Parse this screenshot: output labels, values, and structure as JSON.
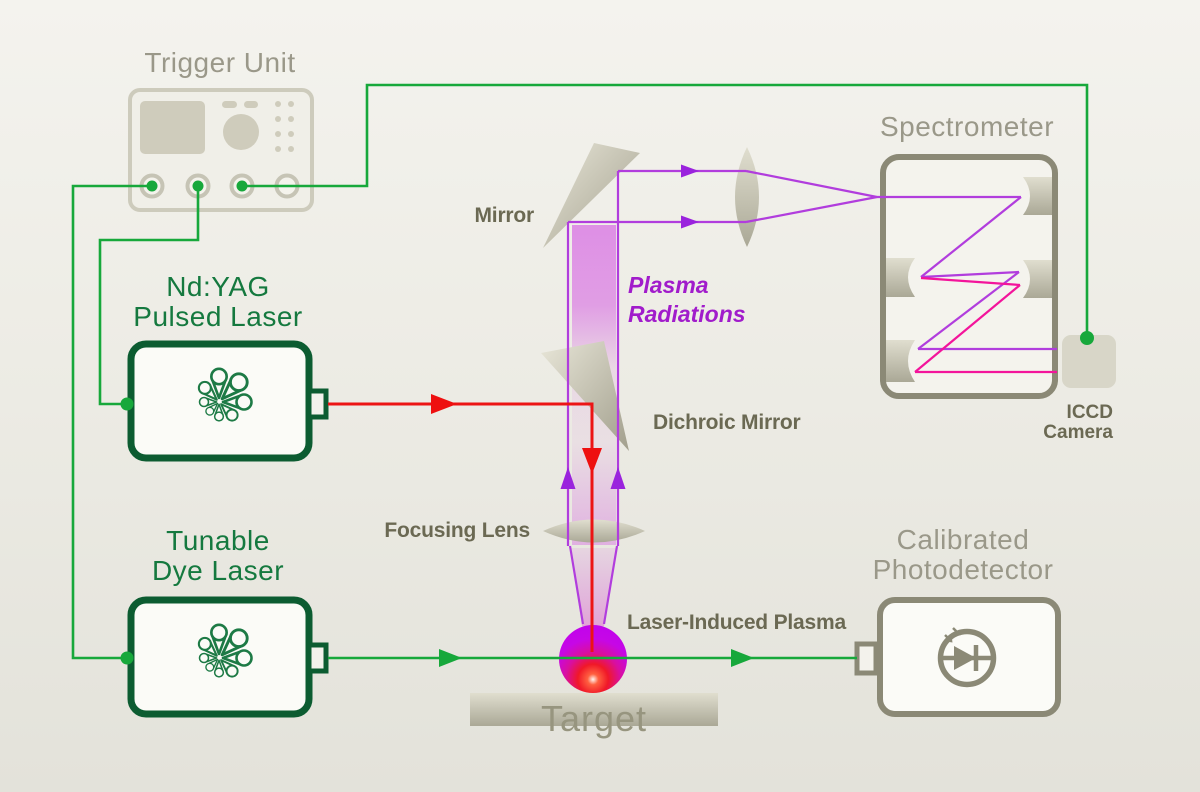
{
  "labels": {
    "trigger_unit": "Trigger Unit",
    "ndyag_line1": "Nd:YAG",
    "ndyag_line2": "Pulsed Laser",
    "dye_line1": "Tunable",
    "dye_line2": "Dye Laser",
    "mirror": "Mirror",
    "dichroic_mirror": "Dichroic Mirror",
    "plasma_radiations_line1": "Plasma",
    "plasma_radiations_line2": "Radiations",
    "focusing_lens": "Focusing Lens",
    "laser_induced_plasma": "Laser-Induced Plasma",
    "target": "Target",
    "spectrometer": "Spectrometer",
    "iccd_line1": "ICCD",
    "iccd_line2": "Camera",
    "photodetector_line1": "Calibrated",
    "photodetector_line2": "Photodetector"
  },
  "colors": {
    "background_top": "#f4f3ee",
    "background_bottom": "#e3e2da",
    "wire_green": "#17a83b",
    "laser_box_green": "#0c5c31",
    "laser_label_green": "#15793f",
    "beam_red": "#ec1414",
    "beam_violet": "#b13ddd",
    "beam_pink": "#f3149b",
    "radiation_label_purple": "#a11ccb",
    "device_outline_gray": "#8b8976",
    "trigger_outline_gray": "#cdcbbc",
    "label_gray_light": "#9a9889",
    "label_gray_bold": "#6b6953"
  },
  "icons": {
    "laser_emission": "burst-icon",
    "detector": "photodiode-icon",
    "trigger_front_panel": "control-panel-icon"
  }
}
